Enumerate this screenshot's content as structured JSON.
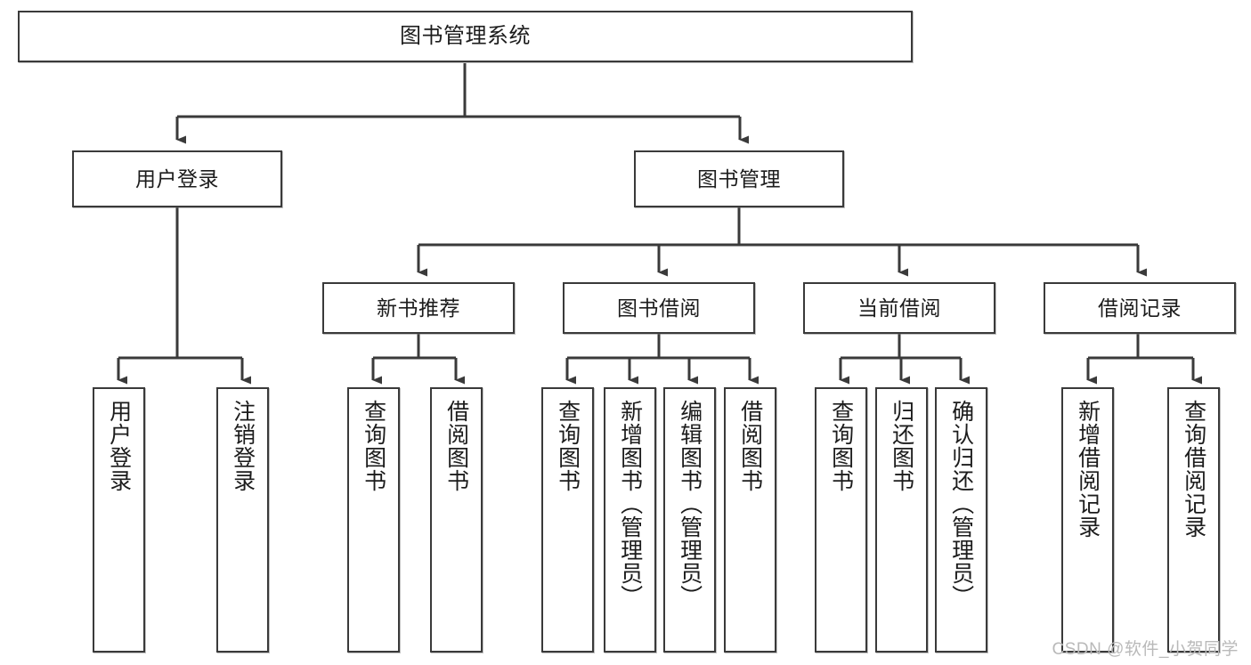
{
  "diagram": {
    "title": "图书管理系统",
    "type": "tree-hierarchy",
    "watermark": "CSDN @软件_小贺同学",
    "colors": {
      "background": "#ffffff",
      "node_border": "#3a3a3a",
      "node_fill": "#ffffff",
      "edge": "#3a3a3a",
      "text": "#1c1c1c",
      "watermark": "#b9b9b9"
    },
    "levels": {
      "root": {
        "label": "图书管理系统"
      },
      "level2": [
        {
          "id": "user-login",
          "label": "用户登录"
        },
        {
          "id": "book-manage",
          "label": "图书管理"
        }
      ],
      "level3": [
        {
          "id": "new-book-rec",
          "label": "新书推荐",
          "parent": "book-manage"
        },
        {
          "id": "book-borrow",
          "label": "图书借阅",
          "parent": "book-manage"
        },
        {
          "id": "current-borrow",
          "label": "当前借阅",
          "parent": "book-manage"
        },
        {
          "id": "borrow-record",
          "label": "借阅记录",
          "parent": "book-manage"
        }
      ],
      "leaves": [
        {
          "id": "leaf-user-login",
          "label": "用户登录",
          "parent": "user-login"
        },
        {
          "id": "leaf-user-logout",
          "label": "注销登录",
          "parent": "user-login"
        },
        {
          "id": "leaf-rec-query-book",
          "label": "查询图书",
          "parent": "new-book-rec"
        },
        {
          "id": "leaf-rec-borrow-book",
          "label": "借阅图书",
          "parent": "new-book-rec"
        },
        {
          "id": "leaf-borrow-query-book",
          "label": "查询图书",
          "parent": "book-borrow"
        },
        {
          "id": "leaf-borrow-add-book",
          "label": "新增图书（管理员）",
          "parent": "book-borrow"
        },
        {
          "id": "leaf-borrow-edit-book",
          "label": "编辑图书（管理员）",
          "parent": "book-borrow"
        },
        {
          "id": "leaf-borrow-borrow-book",
          "label": "借阅图书",
          "parent": "book-borrow"
        },
        {
          "id": "leaf-cur-query-book",
          "label": "查询图书",
          "parent": "current-borrow"
        },
        {
          "id": "leaf-cur-return-book",
          "label": "归还图书",
          "parent": "current-borrow"
        },
        {
          "id": "leaf-cur-confirm-return",
          "label": "确认归还（管理员）",
          "parent": "current-borrow"
        },
        {
          "id": "leaf-rec-add-record",
          "label": "新增借阅记录",
          "parent": "borrow-record"
        },
        {
          "id": "leaf-rec-query-record",
          "label": "查询借阅记录",
          "parent": "borrow-record"
        }
      ]
    }
  }
}
